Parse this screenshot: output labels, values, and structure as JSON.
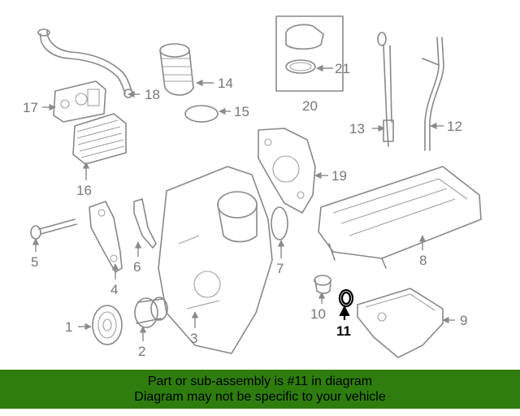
{
  "diagram": {
    "labels": {
      "p1": "1",
      "p2": "2",
      "p3": "3",
      "p4": "4",
      "p5": "5",
      "p6": "6",
      "p7": "7",
      "p8": "8",
      "p9": "9",
      "p10": "10",
      "p11": "11",
      "p12": "12",
      "p13": "13",
      "p14": "14",
      "p15": "15",
      "p16": "16",
      "p17": "17",
      "p18": "18",
      "p19": "19",
      "p20": "20",
      "p21": "21"
    },
    "highlighted_part": "11"
  },
  "banner": {
    "line1": "Part or sub-assembly is #11 in diagram",
    "line2": "Diagram may not be specific to your vehicle",
    "background": "#2e7d0e"
  },
  "colors": {
    "line_art": "#888888",
    "highlight": "#000000"
  }
}
